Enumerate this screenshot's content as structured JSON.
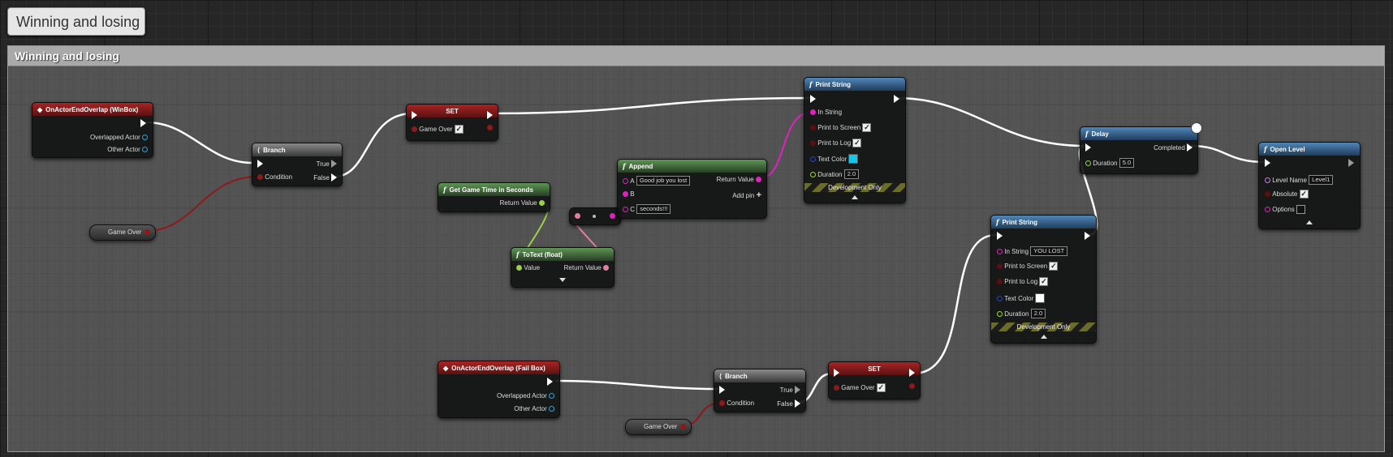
{
  "tab_title": "Winning and losing",
  "comment_title": "Winning and losing",
  "colors": {
    "exec_wire": "#ffffff",
    "bool_wire": "#8c1a1a",
    "float_wire": "#9bd04a",
    "string_wire": "#e020c0",
    "text_wire": "#e080a0",
    "event_header": "#a82424",
    "function_header": "#4f86b8",
    "pure_header": "#5f9556"
  },
  "nodes": {
    "event_win": {
      "title": "OnActorEndOverlap (WinBox)",
      "pins": {
        "overlapped": "Overlapped Actor",
        "other": "Other Actor"
      }
    },
    "branch1": {
      "title": "Branch",
      "true_label": "True",
      "false_label": "False",
      "condition": "Condition"
    },
    "getvar1": {
      "label": "Game Over"
    },
    "set1": {
      "title": "SET",
      "var": "Game Over",
      "checked": true
    },
    "print1": {
      "title": "Print String",
      "in_string": "In String",
      "print_screen": "Print to Screen",
      "print_log": "Print to Log",
      "text_color": "Text Color",
      "text_color_value": "#18c4e8",
      "duration": "Duration",
      "duration_value": "2.0",
      "dev": "Development Only"
    },
    "gametime": {
      "title": "Get Game Time in Seconds",
      "return": "Return Value"
    },
    "append": {
      "title": "Append",
      "a_label": "A",
      "a_value": "Good job you lost",
      "b_label": "B",
      "c_label": "C",
      "c_value": "seconds!!!",
      "return": "Return Value",
      "add_pin": "Add pin"
    },
    "totext": {
      "title": "ToText (float)",
      "value": "Value",
      "return": "Return Value"
    },
    "delay": {
      "title": "Delay",
      "completed": "Completed",
      "duration": "Duration",
      "duration_value": "5.0"
    },
    "openlevel": {
      "title": "Open Level",
      "level_name": "Level Name",
      "level_value": "Level1",
      "absolute": "Absolute",
      "options": "Options"
    },
    "print2": {
      "title": "Print String",
      "in_string": "In String",
      "in_string_value": "YOU LOST",
      "print_screen": "Print to Screen",
      "print_log": "Print to Log",
      "text_color": "Text Color",
      "text_color_value": "#ffffff",
      "duration": "Duration",
      "duration_value": "2.0",
      "dev": "Development Only"
    },
    "event_fail": {
      "title": "OnActorEndOverlap (Fail Box)",
      "pins": {
        "overlapped": "Overlapped Actor",
        "other": "Other Actor"
      }
    },
    "branch2": {
      "title": "Branch",
      "true_label": "True",
      "false_label": "False",
      "condition": "Condition"
    },
    "getvar2": {
      "label": "Game Over"
    },
    "set2": {
      "title": "SET",
      "var": "Game Over",
      "checked": true
    }
  }
}
